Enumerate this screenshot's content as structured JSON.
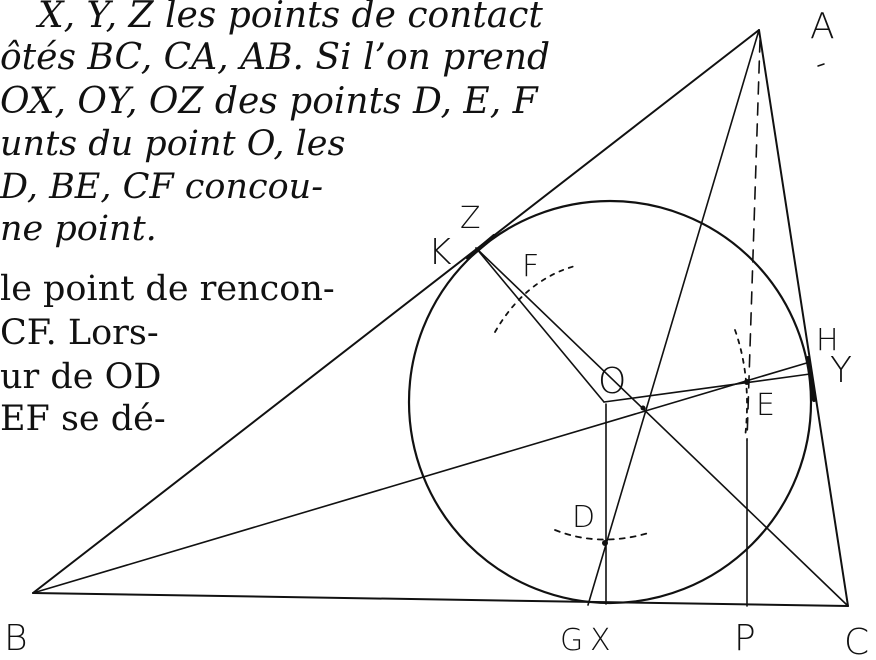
{
  "text": {
    "l1": "X, Y, Z les points de contact",
    "l2": "ôtés BC, CA, AB. Si l’on prend",
    "l3": "OX, OY, OZ des points D, E, F",
    "l4": "unts du point O, les",
    "l5": "D, BE, CF concou-",
    "l6": "ne point.",
    "l7": "le point de rencon-",
    "l8": "CF. Lors-",
    "l9": "ur de OD",
    "l10": "EF se dé-"
  },
  "labels": {
    "A": "A",
    "B": "B",
    "C": "C",
    "G": "G",
    "X": "X",
    "P": "P",
    "H": "H",
    "Y": "Y",
    "K": "K",
    "Z": "Z",
    "F": "F",
    "O": "O",
    "E": "E",
    "D": "D"
  },
  "colors": {
    "ink": "#111111",
    "paper": "#ffffff"
  }
}
